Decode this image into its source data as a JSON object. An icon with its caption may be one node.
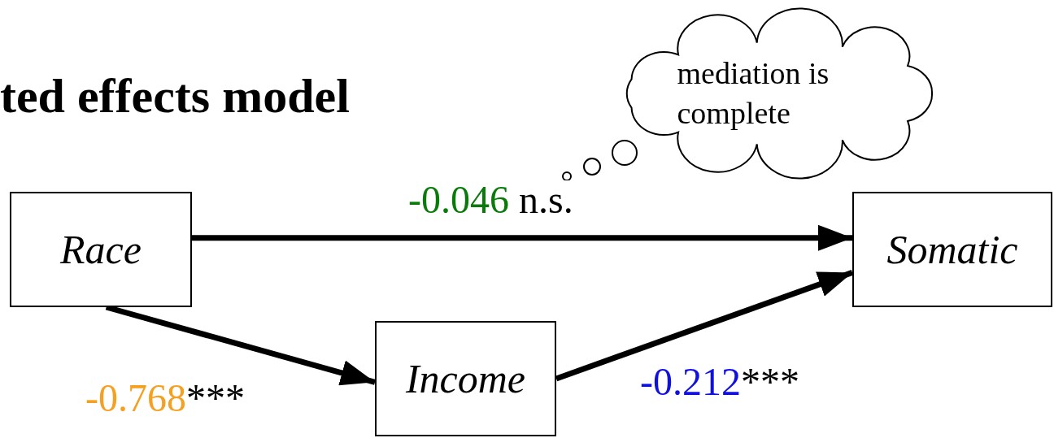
{
  "diagram": {
    "title": "ted effects model",
    "nodes": [
      {
        "text": [
          "Race"
        ]
      },
      {
        "text": [
          "Somatic"
        ]
      },
      {
        "text": [
          "Income"
        ]
      },
      {
        "text": [
          "mediation is complete"
        ]
      }
    ],
    "edges": [
      {
        "from": 0,
        "to": 1,
        "arrow": "to",
        "label": "-0.046 n.s."
      },
      {
        "from": 0,
        "to": 2,
        "arrow": "to",
        "label": "-0.768***"
      },
      {
        "from": 2,
        "to": 1,
        "arrow": "to",
        "label": "-0.212***"
      }
    ]
  }
}
